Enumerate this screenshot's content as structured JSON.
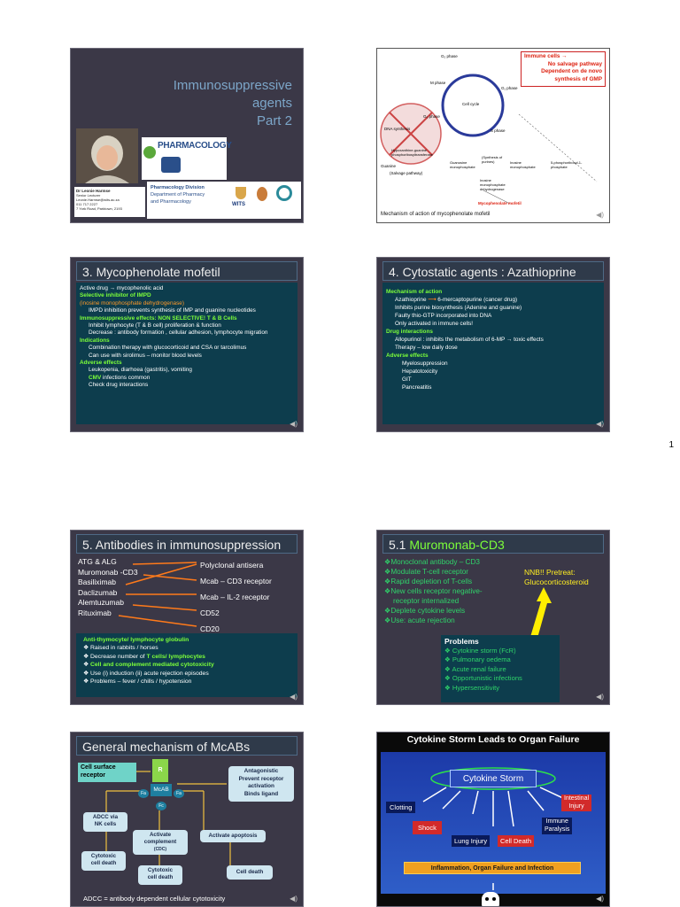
{
  "page_number": "1",
  "slide1": {
    "title_l1": "Immunosuppressive",
    "title_l2": "agents",
    "title_l3": "Part 2",
    "logo_text": "PHARMACOLOGY",
    "author_name": "Dr Leonie Harmse",
    "author_role": "Senior Lecturer",
    "contact_1": "Leonie.Harmse@wits.ac.za",
    "contact_2": "011 717 2227",
    "contact_3": "7 York Road, Parktown, 2193",
    "division": "Pharmacology Division",
    "dept_l1": "Department of Pharmacy",
    "dept_l2": "and Pharmacology",
    "wits": "WITS"
  },
  "slide2": {
    "callout_l1": "Immune cells →",
    "callout_l2": "No salvage pathway",
    "callout_l3": "Dependent on de novo",
    "callout_l4": "synthesis of GMP",
    "g2": "G₂ phase",
    "m": "M phase",
    "g1": "G₁ phase",
    "cc": "Cell cycle",
    "g0": "G₀ phase",
    "s": "S phase",
    "dna": "DNA synthesis",
    "hg": "Hypoxanthine-guanine phosphoribosyltransferase",
    "guanine": "Guanine",
    "salvage": "(Salvage pathway)",
    "gmp": "Guanosine monophosphate",
    "imp": "Inosine monophosphate",
    "prpp": "5-phosphoribosyl-1-phosphate",
    "synth": "(Synthesis of purines)",
    "impdh": "Inosine monophosphate dehydrogenase",
    "mmf": "Mycophenolate mofetil",
    "caption": "Mechanism of action of mycophenolate mofetil"
  },
  "slide3": {
    "title": "3. Mycophenolate mofetil",
    "l1": "Active drug → mycophenolic acid",
    "l2": "Selective inhibitor of IMPD",
    "l3": "(inosine monophosphate dehydrogenase)",
    "l4": "IMPD inhibition prevents synthesis of IMP and guanine nucleotides",
    "l5": "Immunosuppressive effects: NON SELECTIVE! T & B Cells",
    "l6": "Inhibit lymphocyte (T & B cell) proliferation & function",
    "l7": "Decrease : antibody formation , cellular adhesion, lymphocyte migration",
    "l8": "Indications",
    "l9": "Combination therapy with glucocorticoid and CSA or tarcolimus",
    "l10": "Can use with sirolimus – monitor blood levels",
    "l11": "Adverse effects",
    "l12": "Leukopenia, diarhoea (gastritis), vomiting",
    "l13a": "CMV",
    "l13b": " infections common",
    "l14": "Check drug interactions"
  },
  "slide4": {
    "title": "4. Cytostatic agents : Azathioprine",
    "l1": "Mechanism of action",
    "l2a": "Azathioprine",
    "l2b": "6-mercaptopurine (cancer drug)",
    "l3": "Inhibits purine biosynthesis (Adenine and guanine)",
    "l4": "Faulty thio-GTP incorporated into DNA",
    "l5": "Only activated in immune cells!",
    "l6": "Drug interactions",
    "l7": "Allopurinol : inhibits the metabolism of 6-MP → toxic effects",
    "l8": "Therapy – low daily dose",
    "l9": "Adverse effects",
    "l10": "Myelosuppression",
    "l11": "Hepatotoxicity",
    "l12": "GIT",
    "l13": "Pancreatitis"
  },
  "slide5": {
    "title": "5. Antibodies in immunosuppression",
    "left": [
      "ATG & ALG",
      "Muromonab -CD3",
      "Basiliximab",
      "Daclizumab",
      "Alemtuzumab",
      "Rituximab"
    ],
    "right": [
      "Polyclonal antisera",
      "Mcab – CD3 receptor",
      "Mcab – IL-2 receptor",
      "CD52",
      "CD20"
    ],
    "box_title": "Anti-thymocyte/ lymphocyte  globulin",
    "b1": "Raised in rabbits / horses",
    "b2a": "Decrease number of ",
    "b2b": "T cells/ lymphocytes",
    "b3": "Cell and complement mediated cytotoxicity",
    "b4": "Use (i) induction (ii) acute rejection episodes",
    "b5": "Problems – fever / chills / hypotension"
  },
  "slide6": {
    "title_a": "5.1 ",
    "title_b": "Muromonab-CD3",
    "items": [
      "Monoclonal antibody – CD3",
      "Modulate T-cell receptor",
      "Rapid depletion of T-cells",
      "New cells receptor negative-",
      "receptor internalized",
      "Deplete cytokine levels",
      "Use: acute rejection"
    ],
    "nnb_l1": "NNB!! Pretreat:",
    "nnb_l2": "Glucocorticosteroid",
    "problems_title": "Problems",
    "problems": [
      "Cytokine storm (FcR)",
      "Pulmonary oedema",
      "Acute renal failure",
      "Opportunistic infections",
      "Hypersensitivity"
    ]
  },
  "slide7": {
    "title": "General mechanism of McABs",
    "surface_l1": "Cell surface",
    "surface_l2": "receptor",
    "r": "R",
    "mcab": "McAB",
    "fa1": "Fa",
    "fa2": "Fa",
    "fc": "Fc",
    "antag_l1": "Antagonistic",
    "antag_l2": "Prevent receptor",
    "antag_l3": "activation",
    "antag_l4": "Binds ligand",
    "adcc_l1": "ADCC via",
    "adcc_l2": "NK cells",
    "comp_l1": "Activate",
    "comp_l2": "complement",
    "comp_l3": "(CDC)",
    "apop": "Activate apoptosis",
    "cyto1_l1": "Cytotoxic",
    "cyto1_l2": "cell death",
    "cyto2_l1": "Cytotoxic",
    "cyto2_l2": "cell death",
    "celldeath": "Cell death",
    "footer": "ADCC = antibody dependent cellular cytotoxicity"
  },
  "slide8": {
    "title": "Cytokine Storm Leads to Organ Failure",
    "storm": "Cytokine Storm",
    "clotting": "Clotting",
    "intestinal_l1": "Intestinal",
    "intestinal_l2": "Injury",
    "shock": "Shock",
    "immune_l1": "Immune",
    "immune_l2": "Paralysis",
    "lung": "Lung Injury",
    "celldeath": "Cell Death",
    "inflam": "Inflammation, Organ Failure and Infection"
  }
}
